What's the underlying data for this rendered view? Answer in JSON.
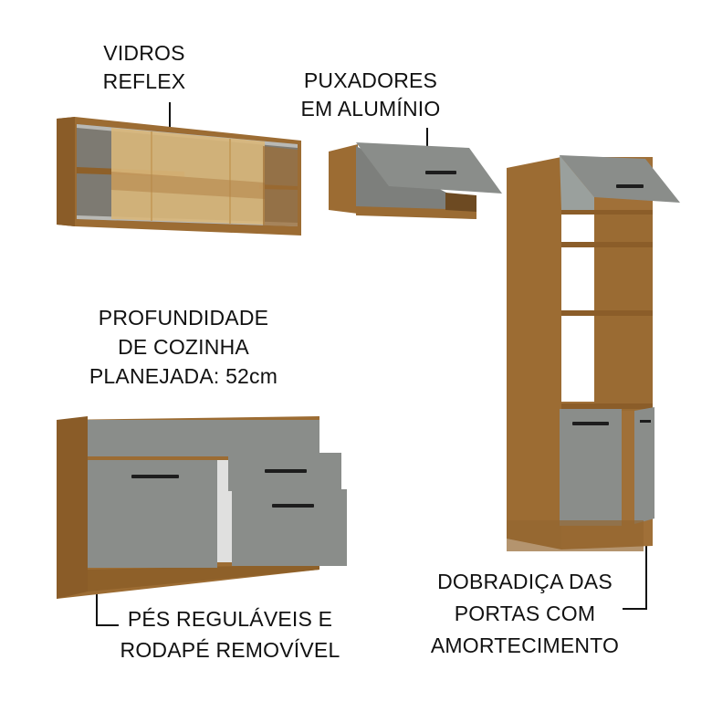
{
  "labels": {
    "vidros_reflex": [
      "VIDROS",
      "REFLEX"
    ],
    "puxadores": [
      "PUXADORES",
      "EM ALUMÍNIO"
    ],
    "profundidade": [
      "PROFUNDIDADE",
      "DE COZINHA",
      "PLANEJADA: 52cm"
    ],
    "pes_regulaveis": [
      "PÉS REGULÁVEIS E",
      "RODAPÉ REMOVÍVEL"
    ],
    "dobradica": [
      "DOBRADIÇA DAS",
      "PORTAS COM",
      "AMORTECIMENTO"
    ]
  },
  "colors": {
    "wood": "#9a6b33",
    "gray_front": "#8a8d8a",
    "glass": "#d9b77a",
    "text": "#111111",
    "background": "#ffffff"
  }
}
